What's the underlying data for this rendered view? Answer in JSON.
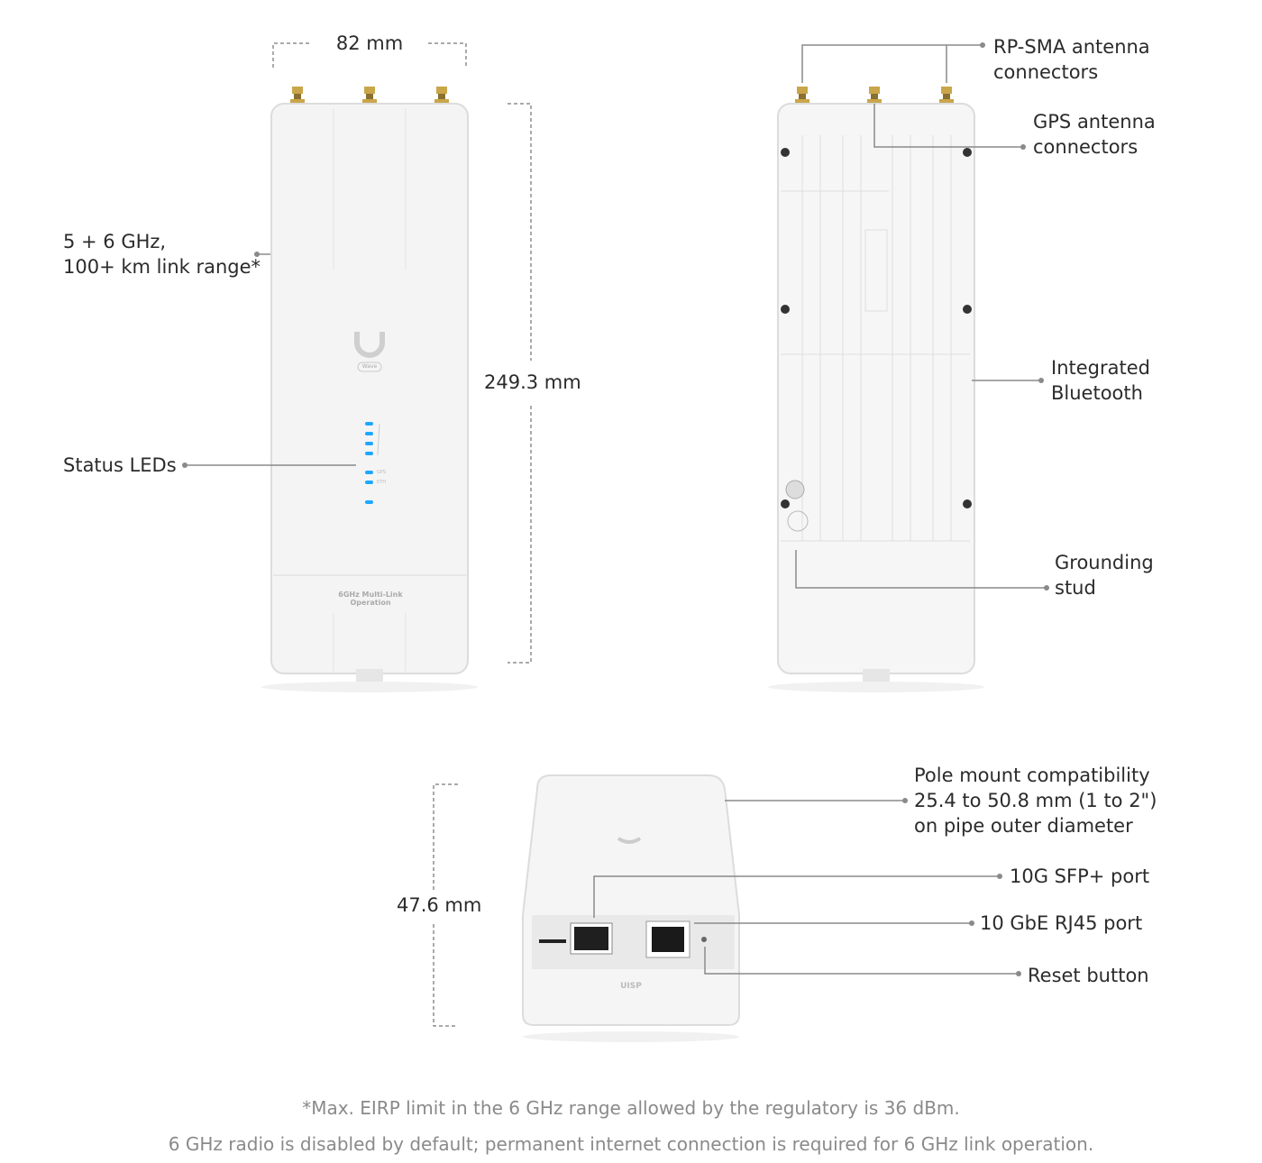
{
  "dimensions": {
    "width": "82 mm",
    "height": "249.3 mm",
    "depth": "47.6 mm"
  },
  "device_text": {
    "logo": "Wave",
    "front_label": "6GHz Multi-Link Operation",
    "led_gps": "GPS",
    "led_eth": "ETH",
    "bottom_logo": "UISP"
  },
  "callouts": {
    "freq": [
      "5 + 6 GHz,",
      "100+ km link range*"
    ],
    "leds": "Status LEDs",
    "rpsma": [
      "RP-SMA antenna",
      "connectors"
    ],
    "gps": [
      "GPS antenna",
      "connectors"
    ],
    "bluetooth": [
      "Integrated",
      "Bluetooth"
    ],
    "grounding": [
      "Grounding",
      "stud"
    ],
    "pole": [
      "Pole mount compatibility",
      "25.4 to 50.8 mm (1 to 2\")",
      "on pipe outer diameter"
    ],
    "sfp": "10G SFP+ port",
    "rj45": "10 GbE RJ45 port",
    "reset": "Reset button"
  },
  "footnotes": [
    "*Max. EIRP limit in the 6 GHz range allowed by the regulatory is 36 dBm.",
    "6 GHz radio is disabled by default; permanent internet connection is required for 6 GHz link operation."
  ],
  "colors": {
    "led": "#1ea7ff",
    "line": "#8a8a8a",
    "device": "#f4f4f4",
    "antenna": "#c9a64a"
  }
}
